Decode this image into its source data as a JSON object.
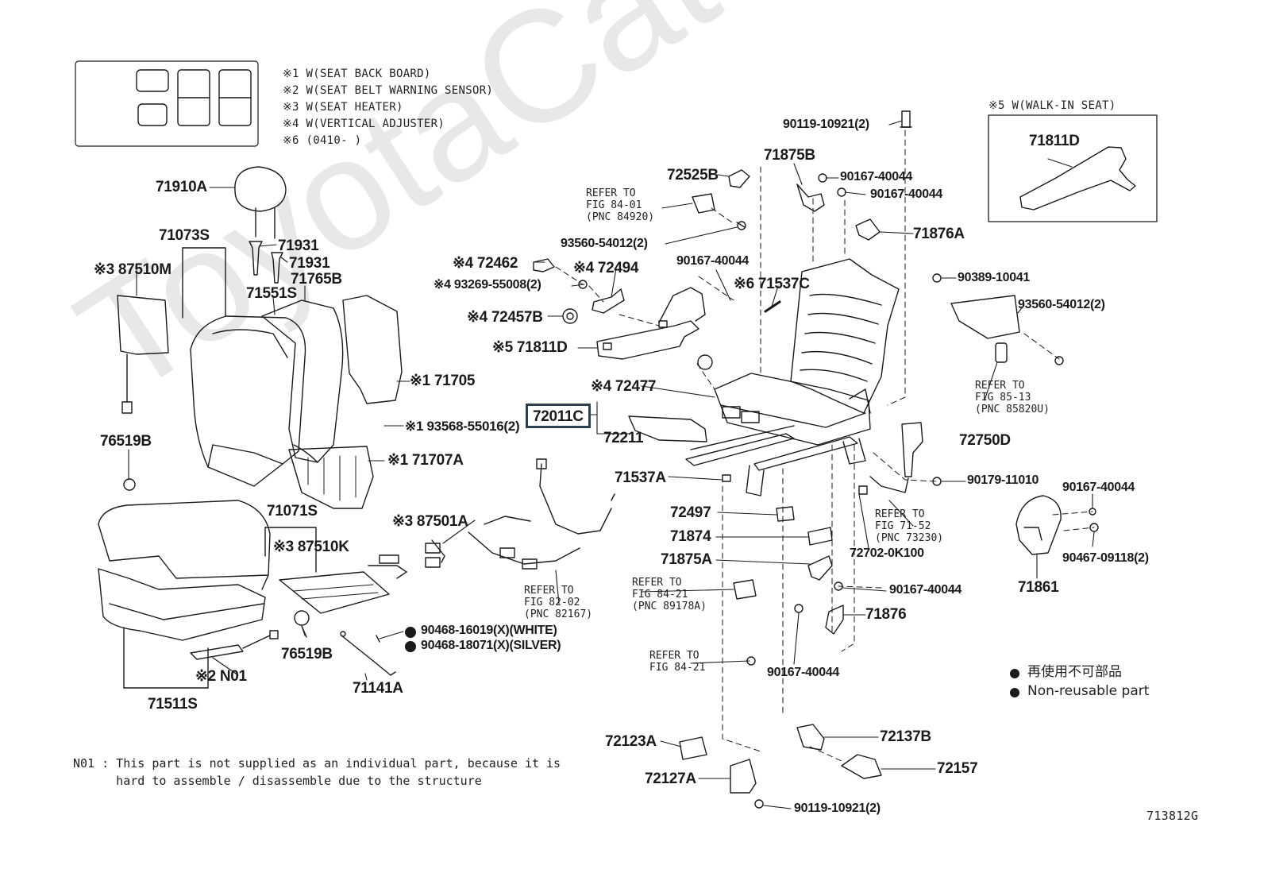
{
  "watermark": "ToyotaCatalog",
  "legend_notes": [
    "※1 W(SEAT BACK BOARD)",
    "※2 W(SEAT BELT WARNING SENSOR)",
    "※3 W(SEAT HEATER)",
    "※4 W(VERTICAL ADJUSTER)",
    "※6 (0410-     )"
  ],
  "inset_title": "※5 W(WALK-IN SEAT)",
  "parts": {
    "p71910A": "71910A",
    "p71073S": "71073S",
    "p87510M": "※3 87510M",
    "p71931a": "71931",
    "p71931b": "71931",
    "p71765B": "71765B",
    "p71551S": "71551S",
    "p71705": "※1 71705",
    "p93568": "※1 93568-55016(2)",
    "p71707A": "※1 71707A",
    "p76519Ba": "76519B",
    "p71071S": "71071S",
    "p87510K": "※3 87510K",
    "p87501A": "※3 87501A",
    "p76519Bb": "76519B",
    "pN01": "※2 N01",
    "p71511S": "71511S",
    "p71141A": "71141A",
    "p90468a": "90468-16019(X)(WHITE)",
    "p90468b": "90468-18071(X)(SILVER)",
    "p72462": "※4 72462",
    "p93269": "※4 93269-55008(2)",
    "p72494": "※4 72494",
    "p72457B": "※4 72457B",
    "p71811Da": "※5 71811D",
    "p72477": "※4 72477",
    "p72011C": "72011C",
    "p72211": "72211",
    "p71537A": "71537A",
    "p72497": "72497",
    "p71874": "71874",
    "p71875A": "71875A",
    "p72525B": "72525B",
    "p93560a": "93560-54012(2)",
    "p90167a": "90167-40044",
    "p71537C": "※6 71537C",
    "p90119a": "90119-10921(2)",
    "p71875B": "71875B",
    "p90167b": "90167-40044",
    "p90167c": "90167-40044",
    "p71876A": "71876A",
    "p71811Db": "71811D",
    "p90389": "90389-10041",
    "p93560b": "93560-54012(2)",
    "p72750D": "72750D",
    "p90179": "90179-11010",
    "p90167d": "90167-40044",
    "p90467": "90467-09118(2)",
    "p71861": "71861",
    "p727020K": "72702-0K100",
    "p90167e": "90167-40044",
    "p71876": "71876",
    "p90167f": "90167-40044",
    "p72123A": "72123A",
    "p72127A": "72127A",
    "p72137B": "72137B",
    "p72157": "72157",
    "p90119b": "90119-10921(2)"
  },
  "refs": {
    "r84_01": "REFER TO\nFIG 84-01\n(PNC 84920)",
    "r82_02": "REFER TO\nFIG 82-02\n(PNC 82167)",
    "r84_21a": "REFER TO\nFIG 84-21\n(PNC 89178A)",
    "r84_21b": "REFER TO\nFIG 84-21",
    "r71_52": "REFER TO\nFIG 71-52\n(PNC 73230)",
    "r85_13": "REFER TO\nFIG 85-13\n(PNC 85820U)"
  },
  "footnote": "N01 : This part is not supplied as an individual part, because it is\n      hard to assemble / disassemble due to the structure",
  "legend_marks": {
    "ja": "再使用不可部品",
    "en": "Non-reusable part"
  },
  "figure_id": "713812G",
  "colors": {
    "ink": "#1a1a1a",
    "highlight_border": "#2f3f4d",
    "watermark": "#e8e8e8"
  }
}
